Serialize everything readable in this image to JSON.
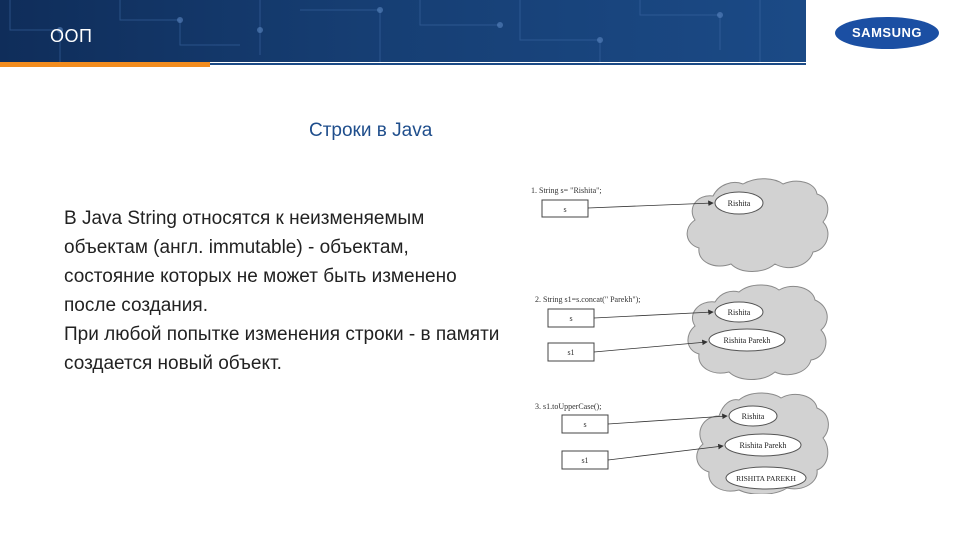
{
  "header": {
    "title": "ООП",
    "logo": "SAMSUNG"
  },
  "slide": {
    "title": "Строки в Java",
    "paragraph1": "В Java String относятся к неизменяемым объектам (англ. immutable) - объектам, состояние которых не может быть изменено после создания.",
    "paragraph2": "При любой попытке изменения строки - в памяти создается новый объект."
  },
  "diagram": {
    "step1": {
      "code": "1. String s= \"Rishita\";",
      "var_s": "s",
      "cloud_value1": "Rishita"
    },
    "step2": {
      "code": "2. String s1=s.concat(\" Parekh\");",
      "var_s": "s",
      "var_s1": "s1",
      "cloud_value1": "Rishita",
      "cloud_value2": "Rishita Parekh"
    },
    "step3": {
      "code": "3. s1.toUpperCase();",
      "var_s": "s",
      "var_s1": "s1",
      "cloud_value1": "Rishita",
      "cloud_value2": "Rishita Parekh",
      "cloud_value3": "RISHITA PAREKH"
    }
  },
  "colors": {
    "header_bg": "#163e73",
    "accent": "#f28c1e",
    "title": "#1f4e8c",
    "logo_bg": "#1b4fa3",
    "cloud": "#d2d2d2"
  }
}
